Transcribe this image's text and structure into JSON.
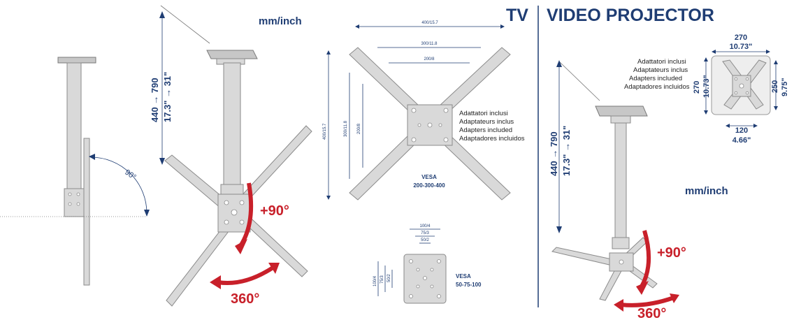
{
  "header": {
    "tv_label": "TV",
    "projector_label": "VIDEO PROJECTOR"
  },
  "units": {
    "left": "mm/inch",
    "right": "mm/inch"
  },
  "tv": {
    "height_mm": "440 → 790",
    "height_in": "17.3\" → 31\"",
    "tilt_angle": "90°",
    "swivel_vertical": "+90°",
    "rotation": "360°"
  },
  "vesa_large": {
    "width_400": "400/15.7",
    "width_300": "300/11.8",
    "width_200": "200/8",
    "height_400": "400/15.7",
    "height_300": "300/11.8",
    "height_200": "200/8",
    "title": "VESA",
    "sizes": "200-300-400",
    "adapters": [
      "Adattatori inclusi",
      "Adaptateurs inclus",
      "Adapters included",
      "Adaptadores incluidos"
    ]
  },
  "vesa_small": {
    "width_100": "100/4",
    "width_75": "75/3",
    "width_50": "50/2",
    "height_100": "100/4",
    "height_75": "75/3",
    "height_50": "50/2",
    "title": "VESA",
    "sizes": "50-75-100"
  },
  "projector": {
    "height_mm": "440 → 790",
    "height_in": "17.3\" → 31\"",
    "swivel_vertical": "+90°",
    "rotation": "360°",
    "adapters": [
      "Adattatori inclusi",
      "Adaptateurs inclus",
      "Adapters included",
      "Adaptadores incluidos"
    ],
    "plate_width_mm": "270",
    "plate_width_in": "10.73\"",
    "plate_height_mm": "270",
    "plate_height_in": "10.73\"",
    "plate_right_mm": "250",
    "plate_right_in": "9.75\"",
    "plate_bottom_mm": "120",
    "plate_bottom_in": "4.66\""
  }
}
